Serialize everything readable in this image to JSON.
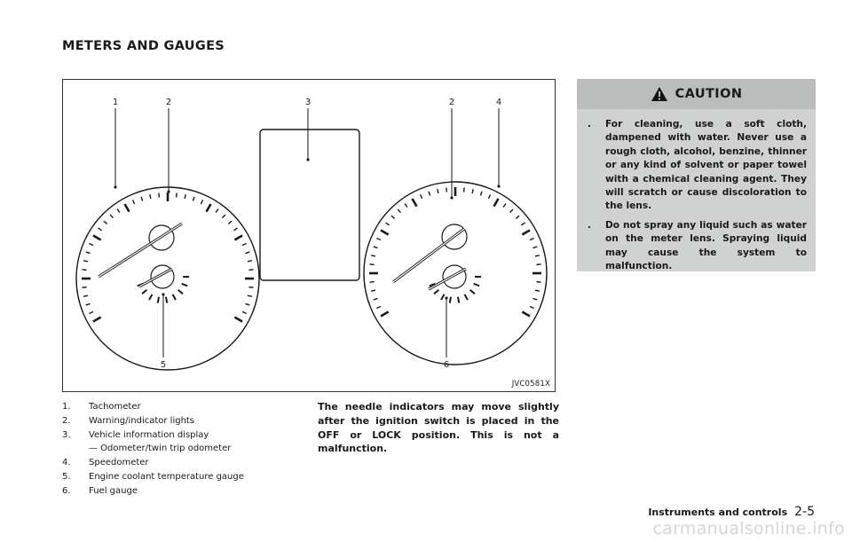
{
  "section_title": "METERS AND GAUGES",
  "figure": {
    "id": "JVC0581X",
    "callouts": [
      "1",
      "2",
      "3",
      "2",
      "4",
      "5",
      "6"
    ]
  },
  "legend": [
    {
      "num": "1.",
      "text": "Tachometer"
    },
    {
      "num": "2.",
      "text": "Warning/indicator lights"
    },
    {
      "num": "3.",
      "text": "Vehicle information display"
    },
    {
      "num": "",
      "text": "— Odometer/twin trip odometer"
    },
    {
      "num": "4.",
      "text": "Speedometer"
    },
    {
      "num": "5.",
      "text": "Engine coolant temperature gauge"
    },
    {
      "num": "6.",
      "text": "Fuel gauge"
    }
  ],
  "note": "The needle indicators may move slightly after the ignition switch is placed in the OFF or LOCK position. This is not a malfunction.",
  "caution": {
    "title": "CAUTION",
    "items": [
      {
        "bullet": ".",
        "text": "For cleaning, use a soft cloth, dampened with water. Never use a rough cloth, alcohol, benzine, thinner or any kind of solvent or paper towel with a chemical cleaning agent. They will scratch or cause discoloration to the lens."
      },
      {
        "bullet": ".",
        "text": "Do not spray any liquid such as water on the meter lens. Spraying liquid may cause the system to malfunction."
      }
    ]
  },
  "footer": {
    "chapter": "Instruments and controls",
    "page": "2-5"
  },
  "watermark": "carmanualsonline.info"
}
